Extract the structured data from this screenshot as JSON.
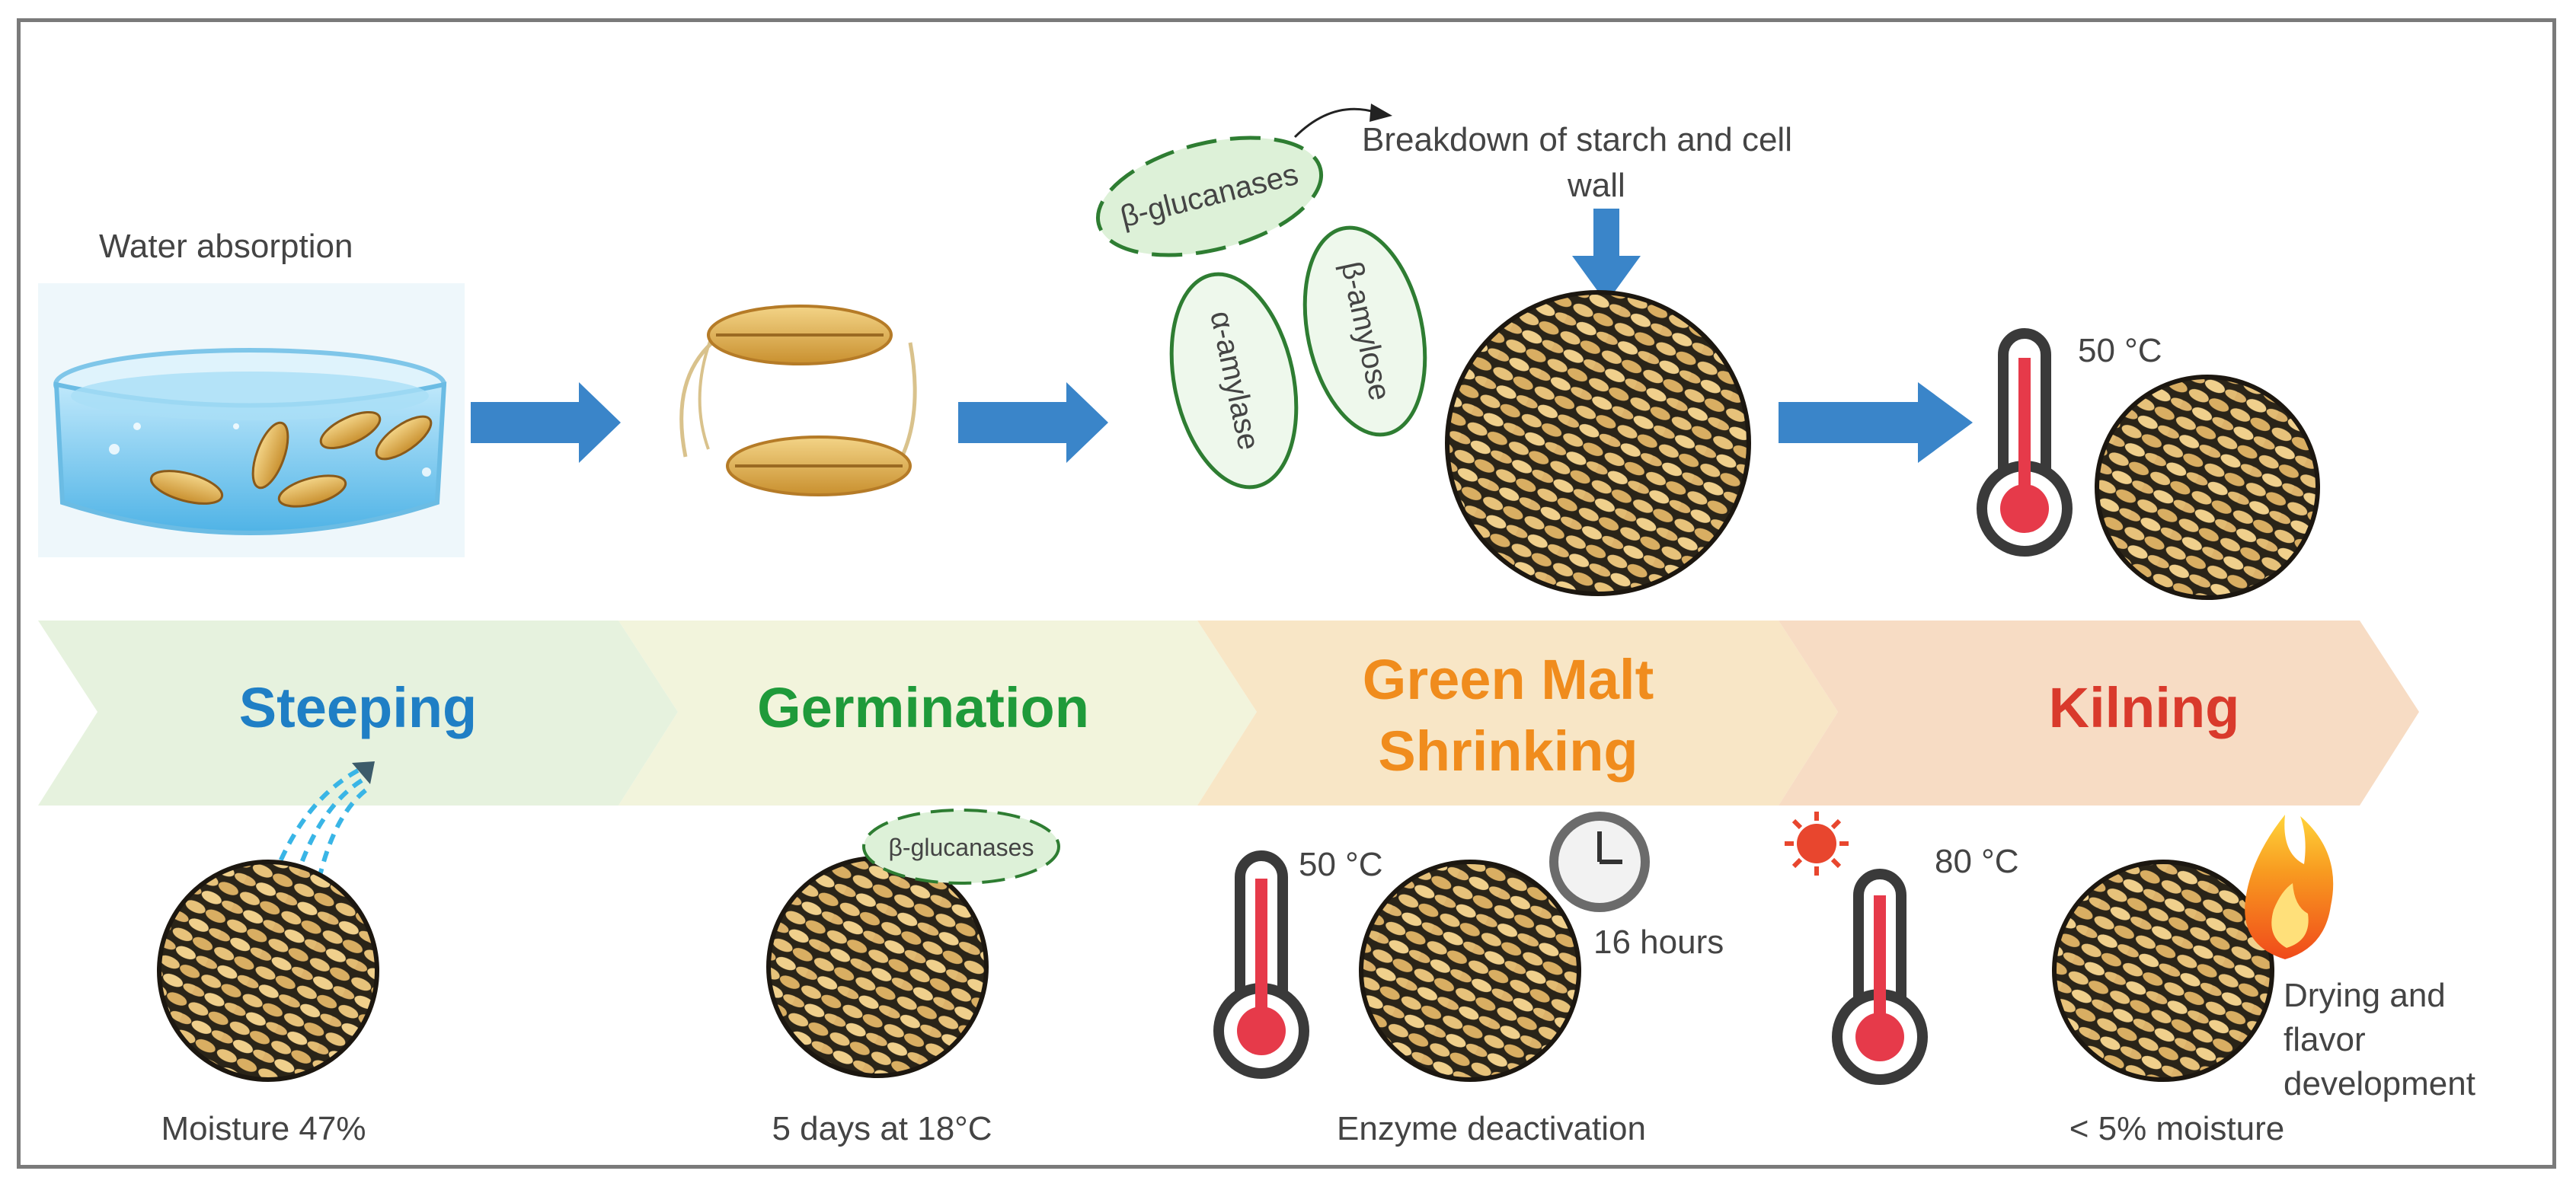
{
  "top": {
    "water_absorption": "Water absorption",
    "beta_glucanases": "β-glucanases",
    "alpha_amylase": "α-amylase",
    "beta_amylose": "β-amylose",
    "breakdown_line1": "Breakdown  of starch and cell",
    "breakdown_line2": "wall",
    "kiln_temp_top": "50 °C"
  },
  "stages": [
    {
      "label": "Steeping",
      "color": "#1f7fc5",
      "fill": "#e6f2de"
    },
    {
      "label": "Germination",
      "color": "#1f9a3a",
      "fill": "#f2f4dc"
    },
    {
      "label_line1": "Green Malt",
      "label_line2": "Shrinking",
      "color": "#f08c1d",
      "fill": "#f8e6c6"
    },
    {
      "label": "Kilning",
      "color": "#d93a2c",
      "fill": "#f7dcc4"
    }
  ],
  "bottom": {
    "steeping_caption": "Moisture 47%",
    "germination_tag": "β-glucanases",
    "germination_caption": "5 days at 18°C",
    "shrinking_temp": "50 °C",
    "shrinking_time": "16 hours",
    "shrinking_caption": "Enzyme deactivation",
    "kilning_temp": "80 °C",
    "kilning_note_line1": "Drying and",
    "kilning_note_line2": "flavor",
    "kilning_note_line3": "development",
    "kilning_caption": "< 5% moisture"
  },
  "icons": [
    "water-dish-icon",
    "germinating-seed-icon",
    "thermometer-icon",
    "clock-icon",
    "sun-icon",
    "flame-icon",
    "malt-grain-icon",
    "arrow-icon"
  ]
}
